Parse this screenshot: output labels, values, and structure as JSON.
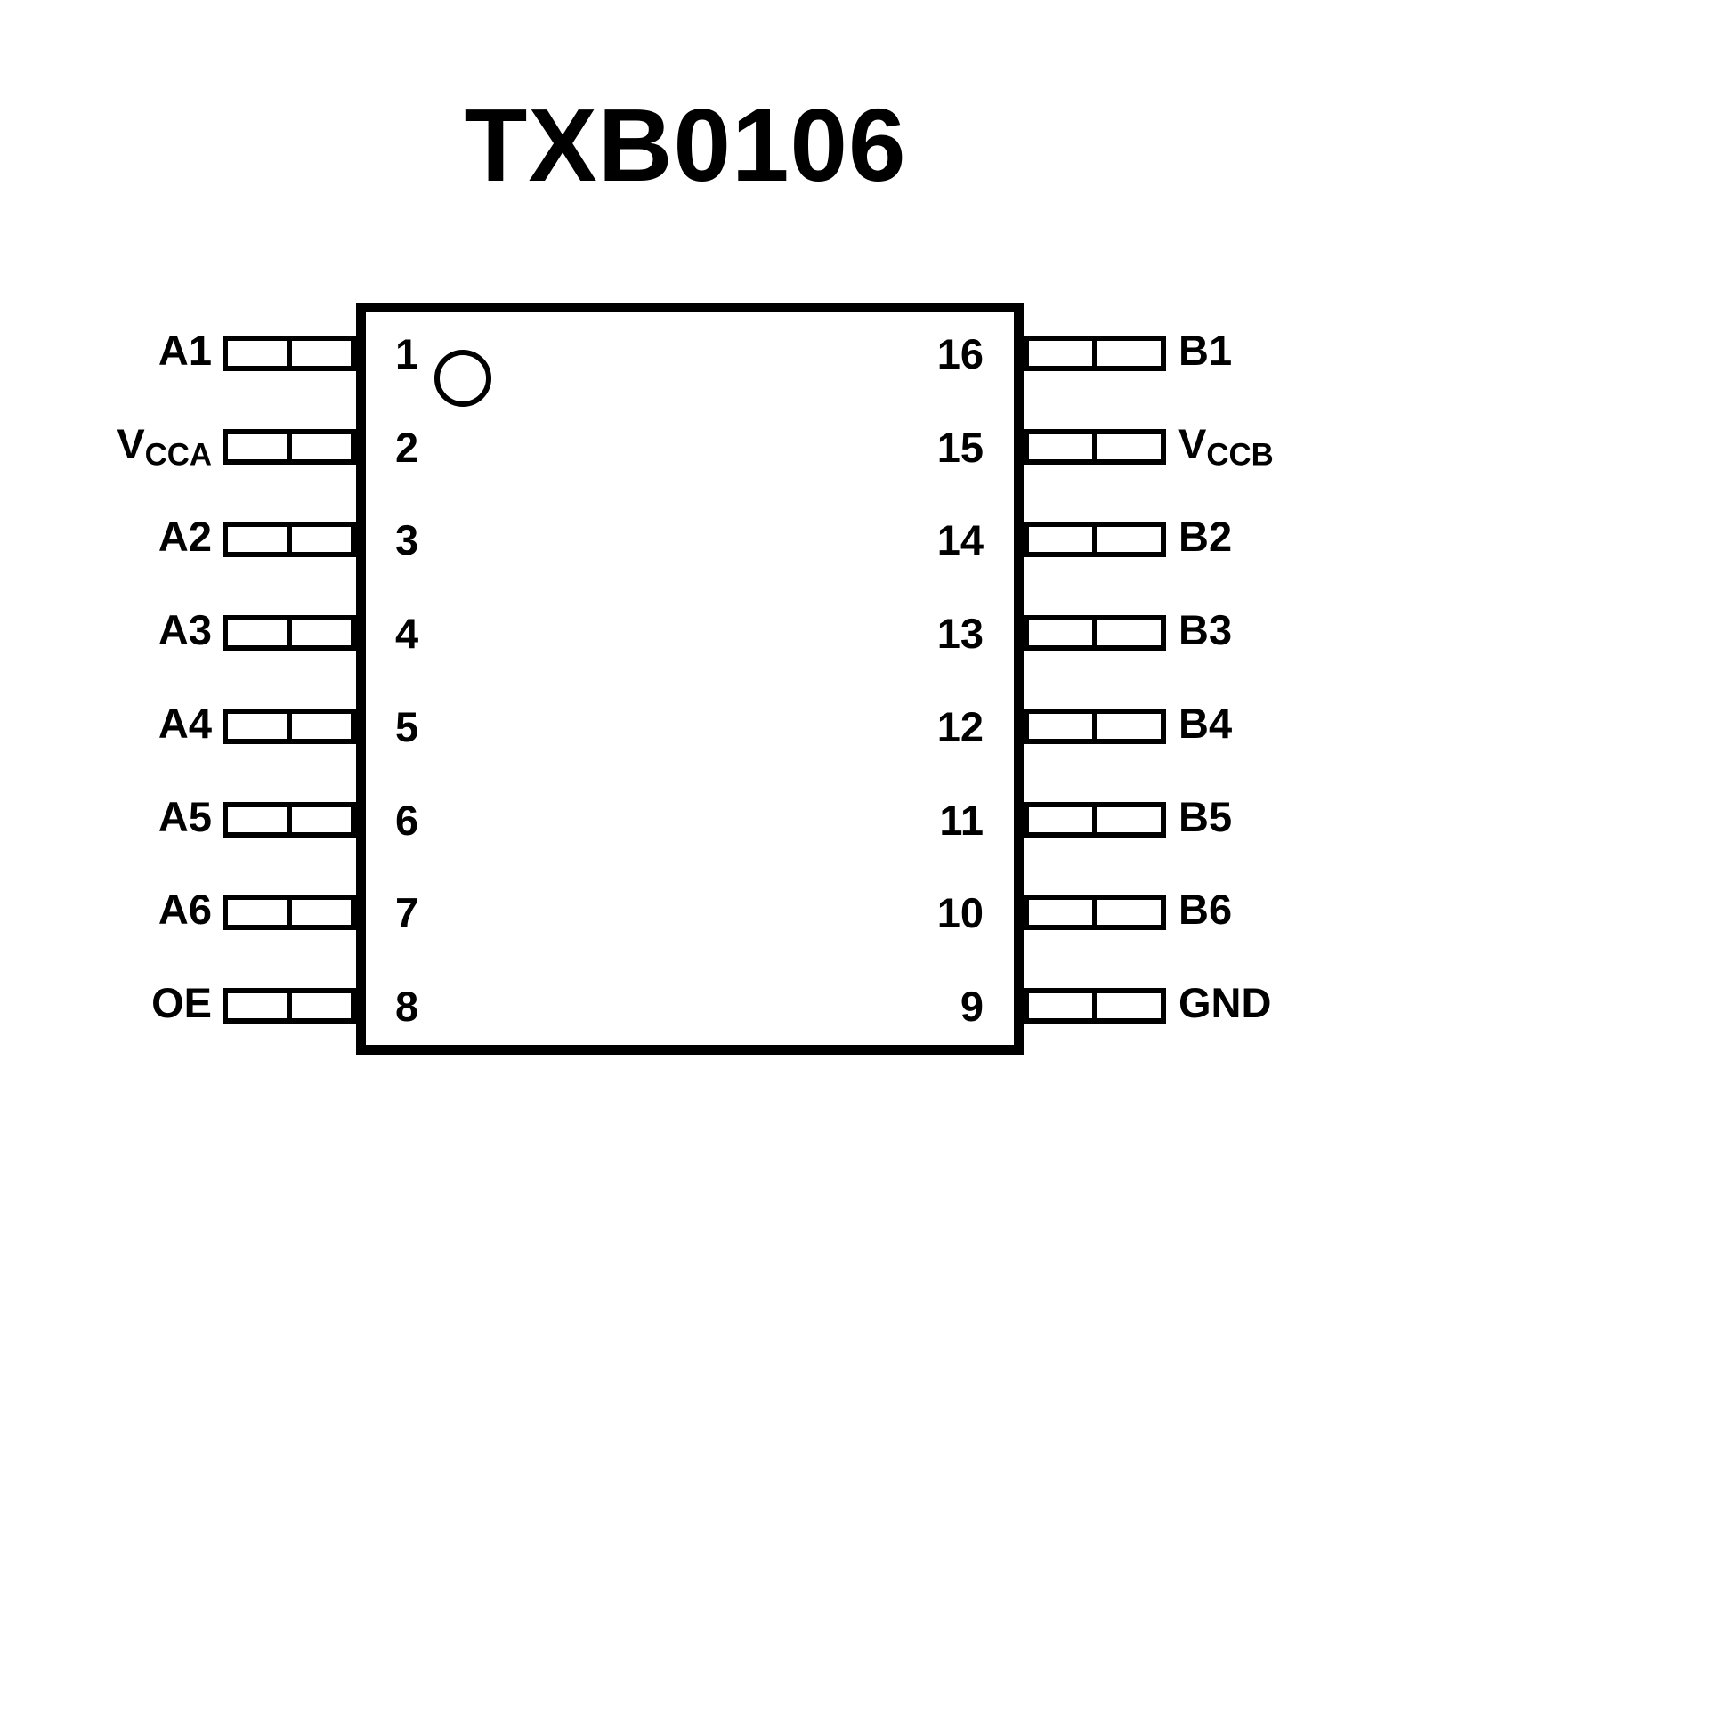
{
  "title": "TXB0106",
  "colors": {
    "line": "#000000",
    "background": "#ffffff"
  },
  "chip": {
    "package_pin_count": 16,
    "pins_left": [
      {
        "num": "1",
        "label": "A1",
        "sub": ""
      },
      {
        "num": "2",
        "label": "V",
        "sub": "CCA"
      },
      {
        "num": "3",
        "label": "A2",
        "sub": ""
      },
      {
        "num": "4",
        "label": "A3",
        "sub": ""
      },
      {
        "num": "5",
        "label": "A4",
        "sub": ""
      },
      {
        "num": "6",
        "label": "A5",
        "sub": ""
      },
      {
        "num": "7",
        "label": "A6",
        "sub": ""
      },
      {
        "num": "8",
        "label": "OE",
        "sub": ""
      }
    ],
    "pins_right": [
      {
        "num": "16",
        "label": "B1",
        "sub": ""
      },
      {
        "num": "15",
        "label": "V",
        "sub": "CCB"
      },
      {
        "num": "14",
        "label": "B2",
        "sub": ""
      },
      {
        "num": "13",
        "label": "B3",
        "sub": ""
      },
      {
        "num": "12",
        "label": "B4",
        "sub": ""
      },
      {
        "num": "11",
        "label": "B5",
        "sub": ""
      },
      {
        "num": "10",
        "label": "B6",
        "sub": ""
      },
      {
        "num": "9",
        "label": "GND",
        "sub": ""
      }
    ]
  }
}
